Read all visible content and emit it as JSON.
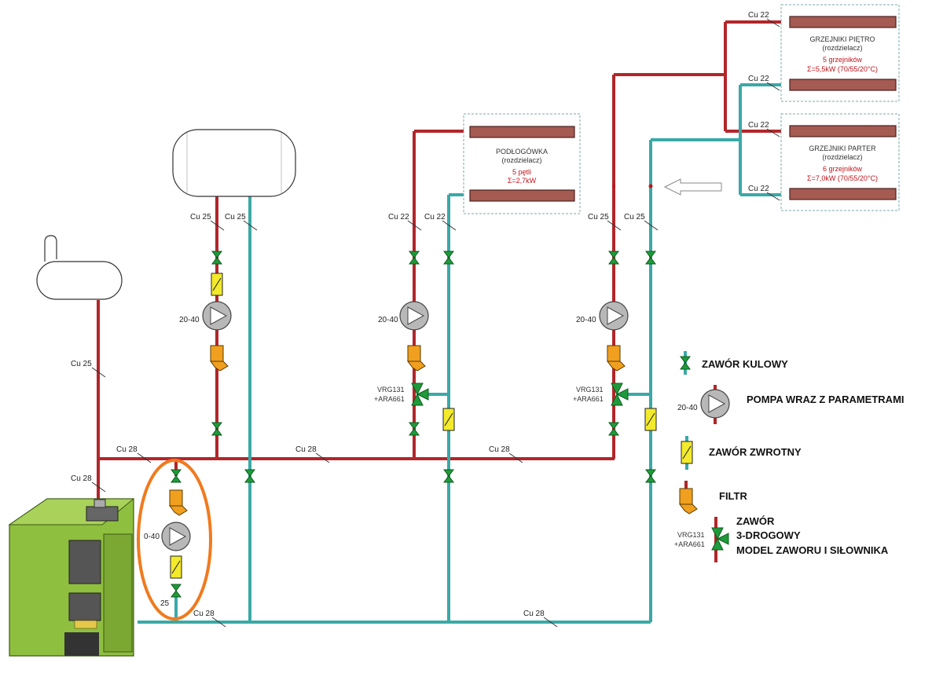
{
  "pipe_labels": {
    "cu22": "Cu 22",
    "cu25": "Cu 25",
    "cu28": "Cu 28",
    "cu25_partial": "25"
  },
  "pump": {
    "param": "20-40",
    "param_partial": "0-40"
  },
  "valve_model": {
    "line1": "VRG131",
    "line2": "+ARA661"
  },
  "underfloor": {
    "title": "PODŁOGÓWKA",
    "subtitle": "(rozdzielacz)",
    "loops": "5 pętli",
    "power": "Σ=2,7kW"
  },
  "upstairs": {
    "title": "GRZEJNIKI PIĘTRO",
    "subtitle": "(rozdzielacz)",
    "count": "5 grzejników",
    "power": "Σ=5,5kW (70/55/20°C)"
  },
  "groundfloor": {
    "title": "GRZEJNIKI PARTER",
    "subtitle": "(rozdzielacz)",
    "count": "6 grzejników",
    "power": "Σ=7,0kW (70/55/20°C)"
  },
  "legend": {
    "ball_valve": "ZAWÓR KULOWY",
    "pump": "POMPA WRAZ Z PARAMETRAMI",
    "check_valve": "ZAWÓR ZWROTNY",
    "filter": "FILTR",
    "three_way_line1": "ZAWÓR",
    "three_way_line2": "3-DROGOWY",
    "three_way_line3": "MODEL ZAWORU I SIŁOWNIKA"
  },
  "colors": {
    "supply": "#b2262a",
    "return": "#3aa9a6",
    "valve": "#1f9a3a",
    "filter": "#f0a01e",
    "check_valve": "#f2ea2a",
    "highlight": "#f07a1e",
    "boiler": "#8fbf3f"
  },
  "icons": [
    "ball-valve-icon",
    "pump-icon",
    "check-valve-icon",
    "filter-icon",
    "three-way-valve-icon",
    "tank-icon",
    "boiler-icon",
    "arrow-icon"
  ]
}
